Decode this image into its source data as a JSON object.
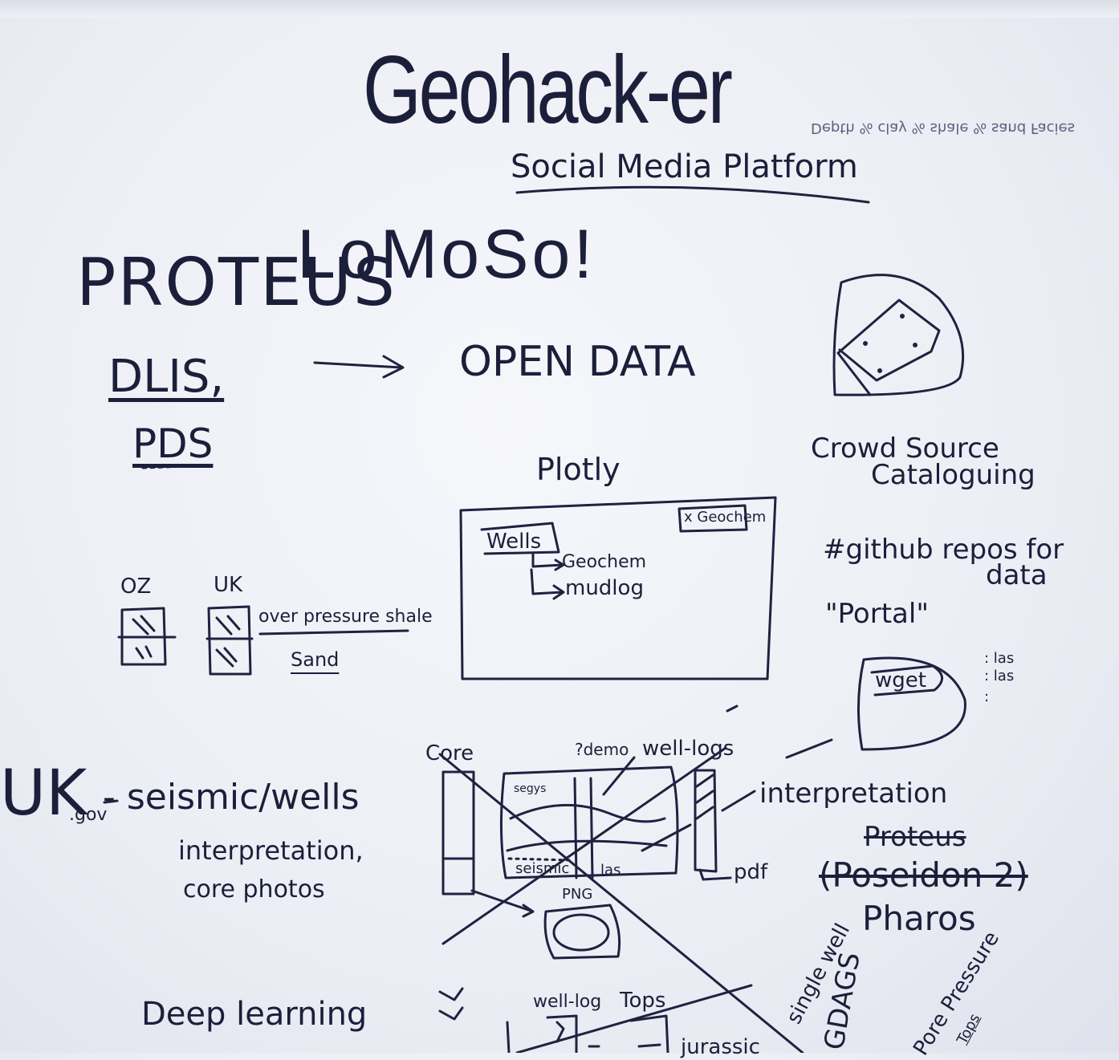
{
  "title": "Geohack-er",
  "subtitle": "Social Media Platform",
  "lomoso": "LoMoSo!",
  "left_list": [
    "PROTEUS",
    "DLIS,",
    "PDS"
  ],
  "open_data": "OPEN DATA",
  "plotly": {
    "label": "Plotly",
    "tag": "x Geochem",
    "wells": "Wells",
    "geochem": "Geochem",
    "mudlog": "mudlog"
  },
  "crowd_source": [
    "Crowd Source",
    "Cataloguing"
  ],
  "github": [
    "#github repos for",
    "data"
  ],
  "portal": "\"Portal\"",
  "wget": {
    "label": "wget",
    "files": [
      ": las",
      ": las",
      ":"
    ]
  },
  "countries": [
    "OZ",
    "UK"
  ],
  "overpressure": "over pressure shale",
  "sand": "Sand",
  "uk_gov": {
    "prefix": "UK",
    "suffix": ".gov",
    "text": "- seismic/wells",
    "line2": "interpretation,",
    "line3": "core photos"
  },
  "core_panel": {
    "core": "Core",
    "demo": "?demo",
    "well_log": "well-logs",
    "segys": "segys",
    "seismic": "seismic",
    "las": "las",
    "png": "PNG",
    "pdf": "pdf"
  },
  "interpretation": "interpretation",
  "proteus_crossed": "Proteus",
  "poseidon": "(Poseidon 2)",
  "pharos": "Pharos",
  "deep_learning": "Deep learning",
  "bottom_logs": {
    "well_log": "well-log",
    "tops": "Tops",
    "jurassic": "jurassic"
  },
  "rotated": [
    "single well",
    "GDAGS",
    "Pore Pressure",
    "Tops"
  ],
  "faint_note": "Depth  % clay  % shale  % sand  Facies"
}
